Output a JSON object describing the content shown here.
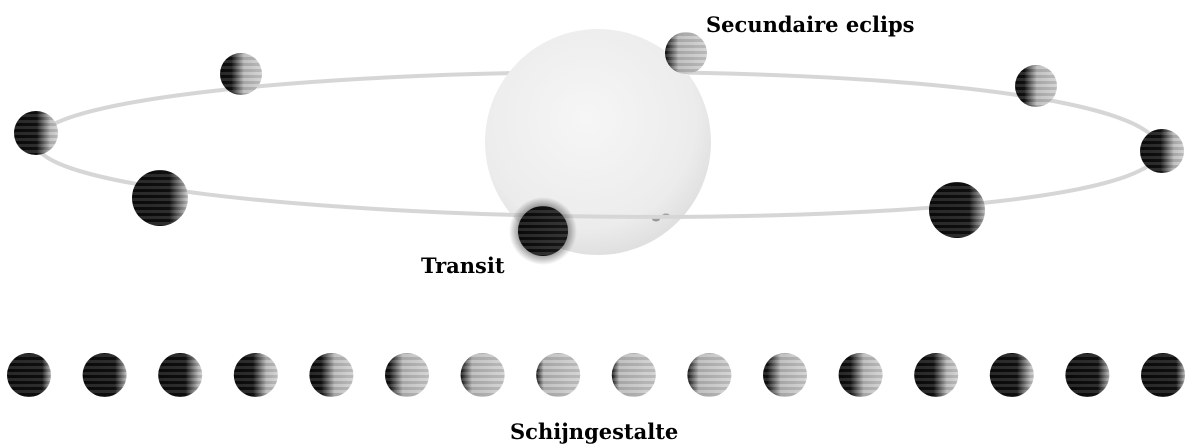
{
  "labels": {
    "secondary_eclipse": "Secundaire eclips",
    "transit": "Transit",
    "phases": "Schijngestalte"
  },
  "colors": {
    "background": "#ffffff",
    "star": "#f0f0f0",
    "orbit": "#d8d8d8",
    "planet_dark": "#0a0a0a",
    "planet_light": "#b8b8b8"
  },
  "planets_on_orbit": [
    {
      "name": "secondary-eclipse",
      "lit": 0.8
    },
    {
      "name": "planet-upper-left",
      "lit": 0.55
    },
    {
      "name": "planet-left",
      "lit": 0.3
    },
    {
      "name": "planet-lower-left",
      "lit": 0.15
    },
    {
      "name": "planet-transit",
      "lit": 0.0
    },
    {
      "name": "planet-lower-right",
      "lit": 0.1
    },
    {
      "name": "planet-right",
      "lit": 0.35
    },
    {
      "name": "planet-upper-right",
      "lit": 0.6
    }
  ],
  "phase_sequence": [
    0.02,
    0.08,
    0.2,
    0.38,
    0.55,
    0.72,
    0.86,
    0.95,
    0.95,
    0.86,
    0.72,
    0.55,
    0.38,
    0.2,
    0.08,
    0.02
  ]
}
